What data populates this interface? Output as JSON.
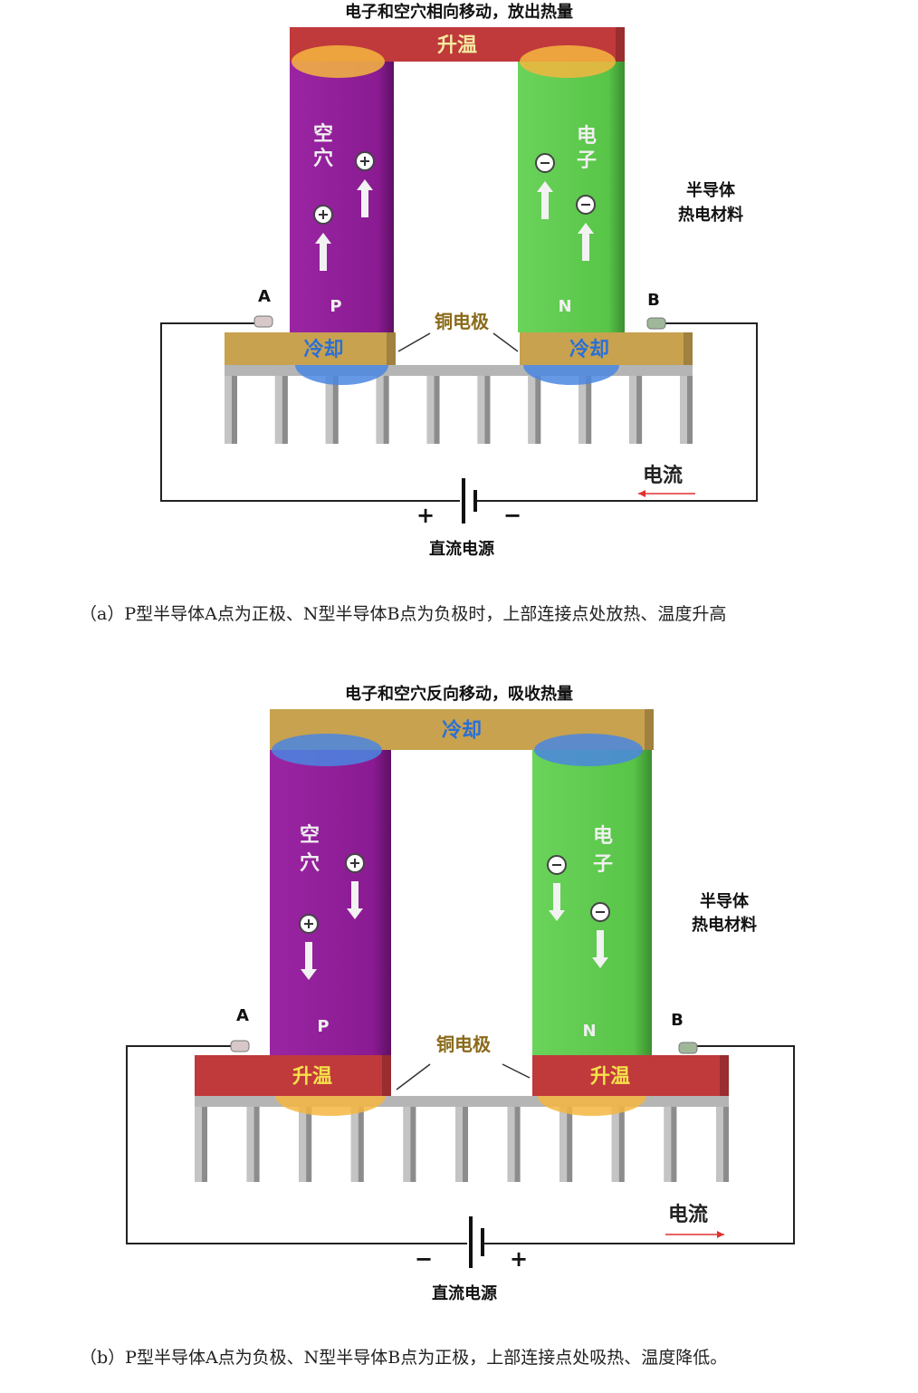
{
  "diagrams": [
    {
      "title": "电子和空穴相向移动，放出热量",
      "top_label": "升温",
      "bottom_left_label": "冷却",
      "bottom_right_label": "冷却",
      "p_carrier_label_1": "空",
      "p_carrier_label_2": "穴",
      "n_carrier_label_1": "电",
      "n_carrier_label_2": "子",
      "p_label": "P",
      "n_label": "N",
      "terminal_a": "A",
      "terminal_b": "B",
      "electrode_label": "铜电极",
      "material_label_1": "半导体",
      "material_label_2": "热电材料",
      "current_label": "电流",
      "current_direction": "left",
      "carrier_direction": "up",
      "battery_left_sign": "+",
      "battery_right_sign": "−",
      "source_label": "直流电源",
      "caption": "（a）P型半导体A点为正极、N型半导体B点为负极时，上部连接点处放热、温度升高",
      "colors": {
        "top": "#c0393b",
        "bottom": "#c8a24f",
        "top_text": "#f4e9a0",
        "bottom_text": "#2a6fd6",
        "top_glow": "#f5b640",
        "bottom_glow": "#4a86e0"
      }
    },
    {
      "title": "电子和空穴反向移动，吸收热量",
      "top_label": "冷却",
      "bottom_left_label": "升温",
      "bottom_right_label": "升温",
      "p_carrier_label_1": "空",
      "p_carrier_label_2": "穴",
      "n_carrier_label_1": "电",
      "n_carrier_label_2": "子",
      "p_label": "P",
      "n_label": "N",
      "terminal_a": "A",
      "terminal_b": "B",
      "electrode_label": "铜电极",
      "material_label_1": "半导体",
      "material_label_2": "热电材料",
      "current_label": "电流",
      "current_direction": "right",
      "carrier_direction": "down",
      "battery_left_sign": "−",
      "battery_right_sign": "+",
      "source_label": "直流电源",
      "caption": "（b）P型半导体A点为负极、N型半导体B点为正极，上部连接点处吸热、温度降低。",
      "colors": {
        "top": "#c8a24f",
        "bottom": "#c0393b",
        "top_text": "#2a6fd6",
        "bottom_text": "#f6e24a",
        "top_glow": "#4a86e0",
        "bottom_glow": "#f5b640"
      }
    }
  ],
  "colors": {
    "p_type": "#8e1f96",
    "n_type": "#5cc94d",
    "heatsink": "#a9a9a9",
    "wire": "#222222",
    "current_arrow": "#e03030"
  }
}
